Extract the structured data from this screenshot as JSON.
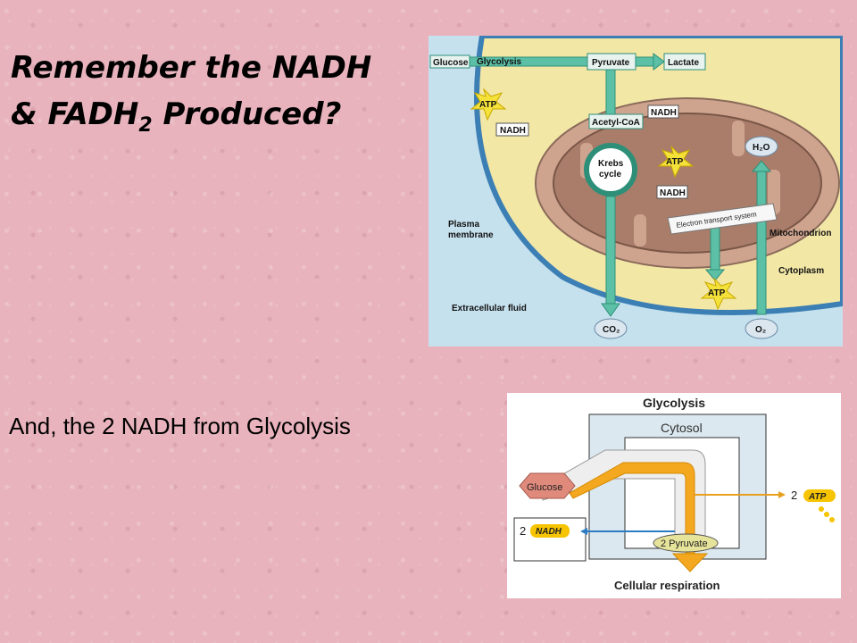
{
  "slide": {
    "title_line1": "Remember the NADH",
    "title_line2_prefix": "& FADH",
    "title_line2_sub": "2",
    "title_line2_suffix": " Produced?",
    "caption": "And, the 2 NADH from Glycolysis"
  },
  "diagram_top": {
    "glucose": "Glucose",
    "glycolysis": "Glycolysis",
    "pyruvate": "Pyruvate",
    "lactate": "Lactate",
    "atp": "ATP",
    "nadh": "NADH",
    "acetyl_coa": "Acetyl-CoA",
    "krebs_line1": "Krebs",
    "krebs_line2": "cycle",
    "h2o": "H₂O",
    "ets": "Electron transport system",
    "plasma_line1": "Plasma",
    "plasma_line2": "membrane",
    "mitochondrion": "Mitochondrion",
    "cytoplasm": "Cytoplasm",
    "extracellular": "Extracellular fluid",
    "co2": "CO₂",
    "o2": "O₂"
  },
  "diagram_bottom": {
    "glycolysis": "Glycolysis",
    "cytosol": "Cytosol",
    "glucose": "Glucose",
    "atp_count": "2",
    "atp": "ATP",
    "nadh_count": "2",
    "nadh": "NADH",
    "pyruvate": "2 Pyruvate",
    "cellular_respiration": "Cellular respiration"
  }
}
